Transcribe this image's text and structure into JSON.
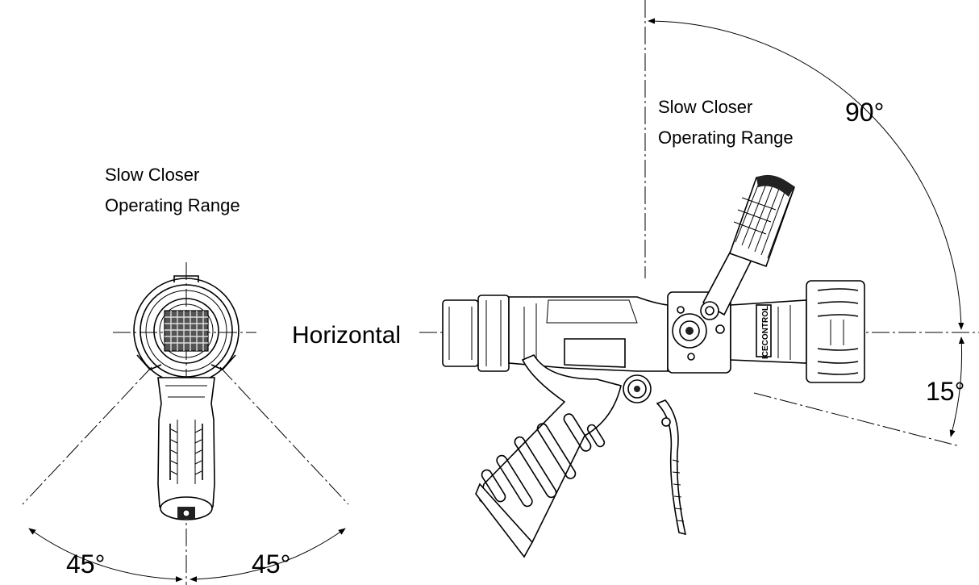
{
  "labels": {
    "left_range": [
      "Slow Closer",
      "Operating Range"
    ],
    "right_range": [
      "Slow Closer",
      "Operating Range"
    ],
    "horizontal": "Horizontal",
    "angle_90": "90°",
    "angle_15": "15°",
    "angle_45_left": "45°",
    "angle_45_right": "45°",
    "brand": "ICECONTROL"
  },
  "colors": {
    "line": "#000000",
    "background": "#ffffff"
  }
}
